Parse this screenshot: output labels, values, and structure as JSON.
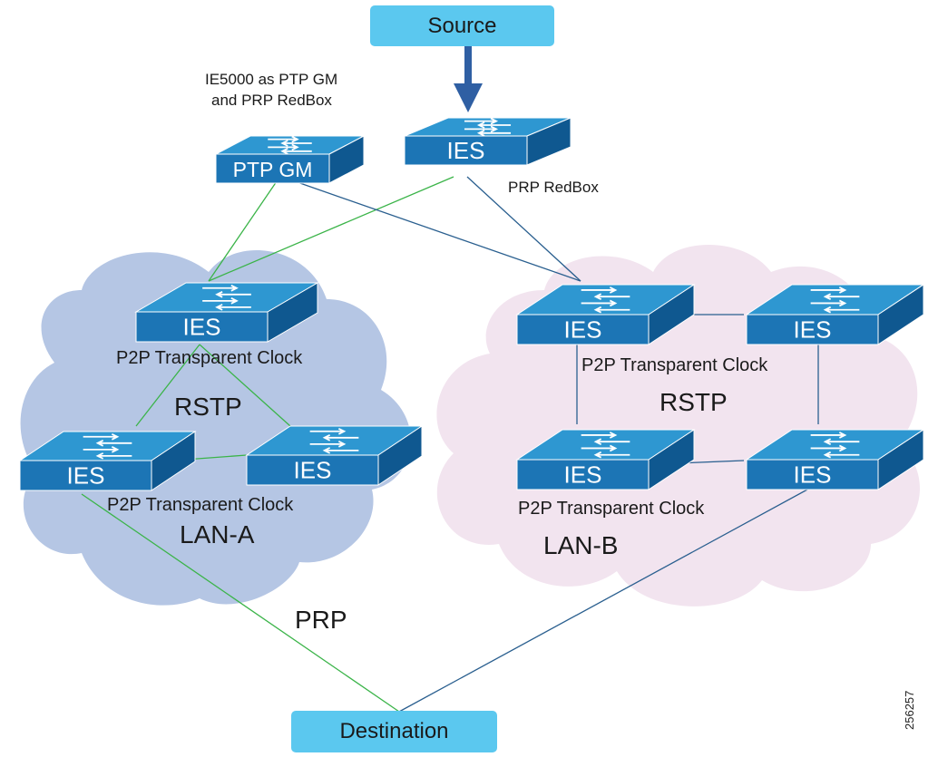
{
  "nodes": {
    "source": "Source",
    "destination": "Destination",
    "ptp_gm_switch": "PTP GM",
    "redbox_switch": "IES",
    "lan_a_top": "IES",
    "lan_a_left": "IES",
    "lan_a_right": "IES",
    "lan_b_tl": "IES",
    "lan_b_tr": "IES",
    "lan_b_bl": "IES",
    "lan_b_br": "IES"
  },
  "labels": {
    "gm_caption_line1": "IE5000 as PTP GM",
    "gm_caption_line2": "and PRP RedBox",
    "prp_redbox": "PRP RedBox",
    "lan_a_top_clock": "P2P Transparent Clock",
    "lan_a_rstp": "RSTP",
    "lan_a_bottom_clock": "P2P Transparent Clock",
    "lan_a_name": "LAN-A",
    "lan_b_top_clock": "P2P Transparent Clock",
    "lan_b_rstp": "RSTP",
    "lan_b_bottom_clock": "P2P Transparent Clock",
    "lan_b_name": "LAN-B",
    "prp": "PRP",
    "figure_id": "256257"
  },
  "colors": {
    "lan_a_cloud": "#b5c6e4",
    "lan_b_cloud": "#f2e4ef",
    "switch_front": "#1c75b5",
    "switch_top": "#2e97d1",
    "switch_side": "#0f5890",
    "link_green": "#3bb449",
    "link_blue": "#2a5f8f",
    "endpoint_box": "#5bc8ef"
  }
}
